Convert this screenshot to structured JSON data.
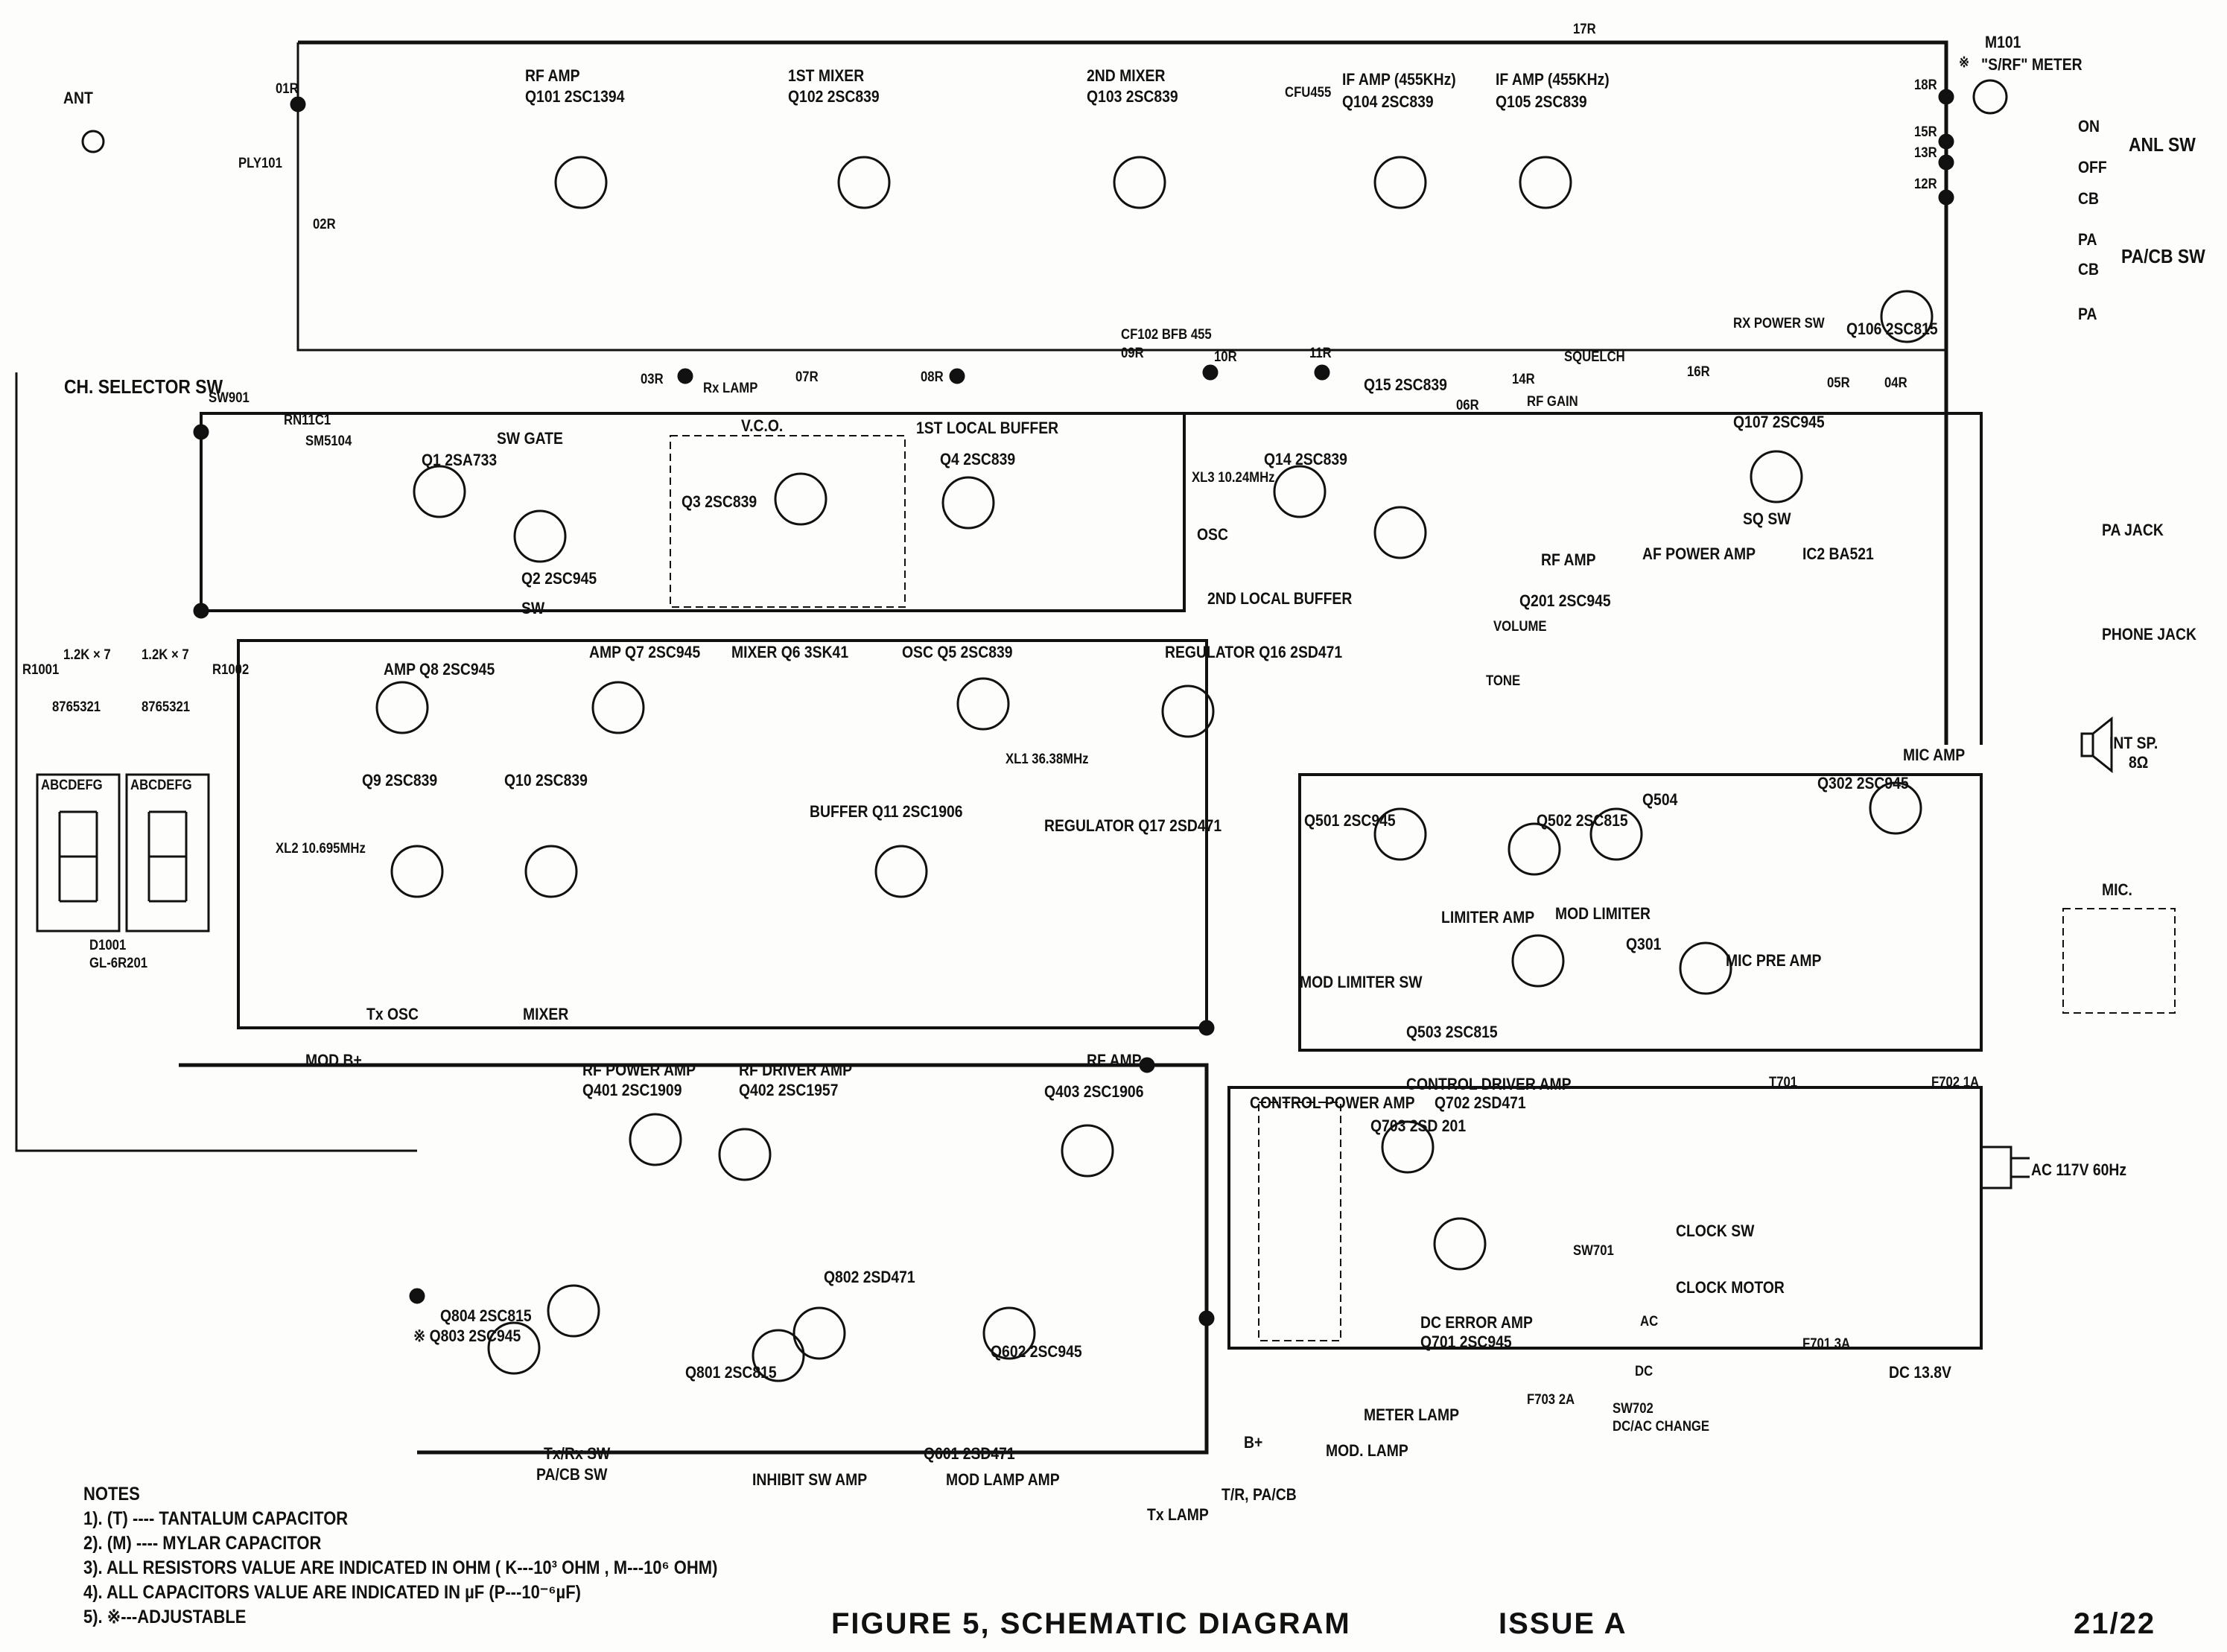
{
  "receiver": {
    "ant": "ANT",
    "ply": "PLY101",
    "rf_amp": {
      "title": "RF AMP",
      "part": "Q101 2SC1394"
    },
    "mixer1": {
      "title": "1ST MIXER",
      "part": "Q102 2SC839"
    },
    "mixer2": {
      "title": "2ND MIXER",
      "part": "Q103 2SC839"
    },
    "if_amp1": {
      "title": "IF AMP (455KHz)",
      "part": "Q104 2SC839"
    },
    "if_amp2": {
      "title": "IF AMP (455KHz)",
      "part": "Q105 2SC839"
    },
    "rx_lamp": "Rx LAMP",
    "q15": "Q15 2SC839",
    "rx_power_sw": "RX POWER SW",
    "q106": "Q106 2SC815",
    "cfu": "CFU455",
    "cf102": "CF102 BFB 455"
  },
  "meter": {
    "id": "M101",
    "label": "\"S/RF\" METER",
    "adjust_mark": "※"
  },
  "switches": {
    "anl_sw": "ANL SW",
    "on": "ON",
    "off": "OFF",
    "pa_cb_sw": "PA/CB SW",
    "cb": "CB",
    "pa": "PA"
  },
  "terminals": [
    "01R",
    "02R",
    "03R",
    "07R",
    "08R",
    "09R",
    "10R",
    "11R",
    "12R",
    "13R",
    "15R",
    "17R",
    "18R",
    "14R",
    "16R",
    "04R",
    "05R",
    "06R"
  ],
  "synth": {
    "ch_selector": "CH. SELECTOR SW",
    "sw901": "SW901",
    "rn": "RN11C1",
    "sm": "SM5104",
    "sw_gate": "SW GATE",
    "q1": "Q1 2SA733",
    "q2": "Q2 2SC945",
    "sw": "SW",
    "vco": "V.C.O.",
    "q3": "Q3 2SC839",
    "local_buffer1": "1ST LOCAL BUFFER",
    "q4": "Q4 2SC839",
    "q14": "Q14 2SC839",
    "osc": "OSC",
    "local_buffer2": "2ND LOCAL BUFFER",
    "xl3": "XL3 10.24MHz",
    "xl1": "XL1 36.38MHz",
    "xl2": "XL2 10.695MHz"
  },
  "audio": {
    "squelch": "SQUELCH",
    "rf_gain": "RF GAIN",
    "q107": "Q107 2SC945",
    "sq_sw": "SQ SW",
    "af_power_amp": "AF POWER AMP",
    "ic2": "IC2 BA521",
    "rf_amp": "RF AMP",
    "volume": "VOLUME",
    "tone": "TONE",
    "q201": "Q201 2SC945",
    "pa_jack": "PA JACK",
    "phone_jack": "PHONE JACK",
    "int_sp": "INT SP.",
    "int_sp_ohm": "8Ω",
    "mic": "MIC.",
    "mic_amp": "MIC AMP",
    "q302": "Q302 2SC945",
    "mic_pre_amp": "MIC PRE AMP",
    "q301": "Q301"
  },
  "modulation": {
    "q501": "Q501 2SC945",
    "q502": "Q502 2SC815",
    "q504": "Q504",
    "limiter_amp": "LIMITER AMP",
    "mod_limiter": "MOD LIMITER",
    "mod_limiter_sw": "MOD LIMITER SW",
    "q503": "Q503 2SC815"
  },
  "transmit": {
    "q8": "AMP Q8 2SC945",
    "q7": "AMP Q7 2SC945",
    "q6": "MIXER Q6 3SK41",
    "q5": "OSC Q5 2SC839",
    "q16": "REGULATOR Q16 2SD471",
    "q9": "Q9 2SC839",
    "q10": "Q10 2SC839",
    "q11": "BUFFER Q11 2SC1906",
    "q17": "REGULATOR Q17 2SD471",
    "tx_osc": "Tx OSC",
    "mixer": "MIXER",
    "rf_power_amp": "RF POWER AMP",
    "q401": "Q401 2SC1909",
    "rf_driver_amp": "RF DRIVER AMP",
    "q402": "Q402 2SC1957",
    "rf_amp": "RF AMP",
    "q403": "Q403 2SC1906",
    "mod_b": "MOD B+"
  },
  "display": {
    "d1001": "D1001",
    "d1001_part": "GL-6R201",
    "r1001": "R1001",
    "r1002": "R1002",
    "segments": "ABCDEFG",
    "pins": "8765321",
    "array": "1.2K × 7"
  },
  "power": {
    "control_driver_amp": "CONTROL DRIVER AMP",
    "control_power_amp": "CONTROL POWER AMP",
    "q702": "Q702 2SD471",
    "q703": "Q703 2SD 201",
    "t701": "T701",
    "f702": "F702 1A",
    "ac": "AC 117V 60Hz",
    "clock_sw": "CLOCK SW",
    "clock_motor": "CLOCK MOTOR",
    "dc_error_amp": "DC ERROR AMP",
    "q701": "Q701 2SC945",
    "sw701": "SW701",
    "ac_pos": "AC",
    "dc_pos": "DC",
    "sw702": "SW702",
    "sw702_desc": "DC/AC CHANGE",
    "f701": "F701 3A",
    "dc": "DC 13.8V",
    "f703": "F703 2A",
    "meter_lamp": "METER LAMP",
    "mod_lamp": "MOD. LAMP"
  },
  "control": {
    "q804": "Q804 2SC815",
    "q803": "※ Q803 2SC945",
    "q802": "Q802 2SD471",
    "q801": "Q801 2SC815",
    "q602": "Q602 2SC945",
    "q601": "Q601 2SD471",
    "txrx_sw": "Tx/Rx SW",
    "pacb_sw": "PA/CB SW",
    "inhibit": "INHIBIT SW AMP",
    "mod_lamp_amp": "MOD LAMP AMP",
    "tx_lamp": "Tx LAMP",
    "tr_pacb": "T/R, PA/CB",
    "b_plus": "B+"
  },
  "notes": {
    "heading": "NOTES",
    "items": [
      "1). (T) ---- TANTALUM CAPACITOR",
      "2). (M) ---- MYLAR CAPACITOR",
      "3). ALL RESISTORS VALUE ARE INDICATED IN OHM ( K---10³ OHM , M---10⁶ OHM)",
      "4). ALL CAPACITORS VALUE ARE INDICATED IN µF (P---10⁻⁶µF)",
      "5). ※---ADJUSTABLE"
    ]
  },
  "footer": {
    "title": "FIGURE 5, SCHEMATIC DIAGRAM",
    "issue": "ISSUE A",
    "page": "21/22"
  }
}
